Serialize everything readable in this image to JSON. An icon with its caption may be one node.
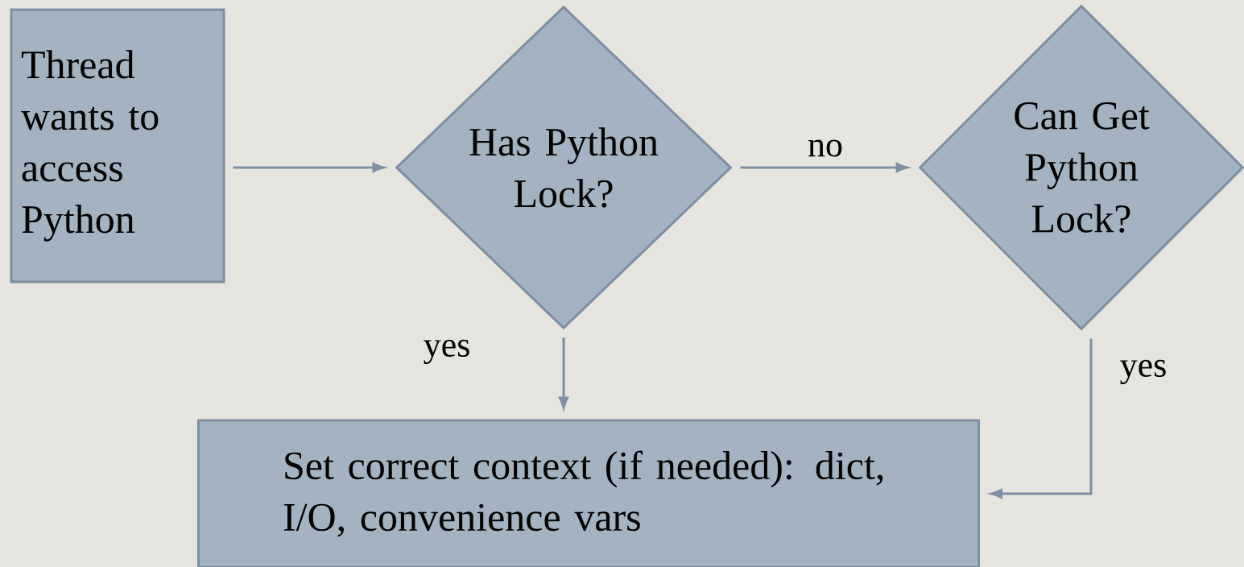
{
  "diagram": {
    "nodes": [
      {
        "text": [
          "Thread wants to access Python"
        ]
      },
      {
        "text": [
          "Has Python Lock?"
        ]
      },
      {
        "text": [
          "Can Get Python Lock?"
        ]
      },
      {
        "text": [
          "Set correct context (if needed): dict, I/O, convenience vars"
        ]
      }
    ],
    "edges": [
      {
        "from": 0,
        "to": 1,
        "arrow": "to"
      },
      {
        "from": 1,
        "to": 2,
        "arrow": "to",
        "label": "no"
      },
      {
        "from": 1,
        "to": 3,
        "arrow": "to",
        "label": "yes"
      },
      {
        "from": 2,
        "to": 3,
        "arrow": "to",
        "label": "yes"
      }
    ]
  }
}
